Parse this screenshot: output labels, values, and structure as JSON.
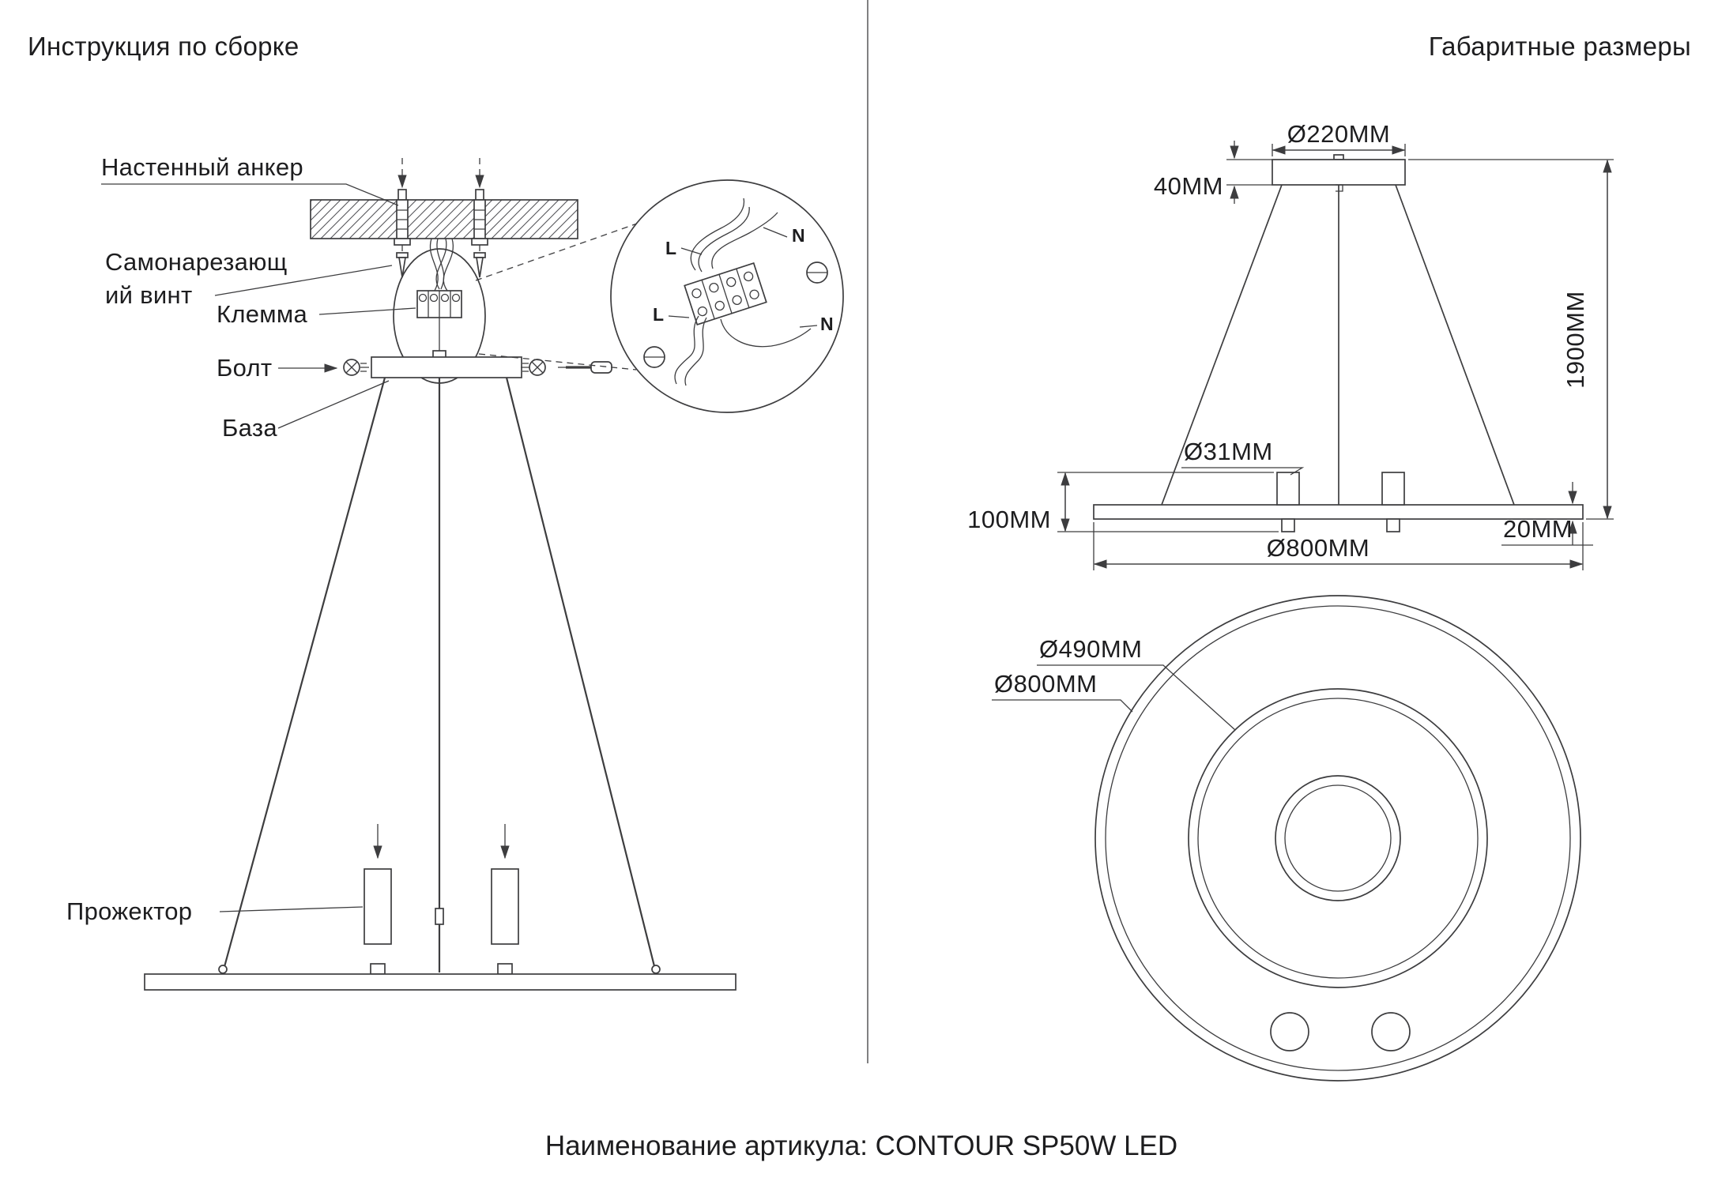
{
  "titles": {
    "left": "Инструкция по сборке",
    "right": "Габаритные размеры"
  },
  "caption": "Наименование артикула: CONTOUR SP50W LED",
  "assembly": {
    "labels": {
      "anchor": "Настенный анкер",
      "screw1": "Самонарезающ",
      "screw2": "ий винт",
      "terminal": "Клемма",
      "bolt": "Болт",
      "base": "База",
      "spotlight": "Прожектор"
    },
    "wiring": {
      "l_top": "L",
      "n_top": "N",
      "l_bottom": "L",
      "n_bottom": "N"
    }
  },
  "dimensions": {
    "canopy_diameter": "Ø220MM",
    "canopy_height": "40MM",
    "suspension_height": "1900MM",
    "spot_diameter": "Ø31MM",
    "fixture_height": "100MM",
    "ring_diameter_front": "Ø800MM",
    "ring_thickness": "20MM",
    "top_inner_diameter": "Ø490MM",
    "top_outer_diameter": "Ø800MM"
  }
}
